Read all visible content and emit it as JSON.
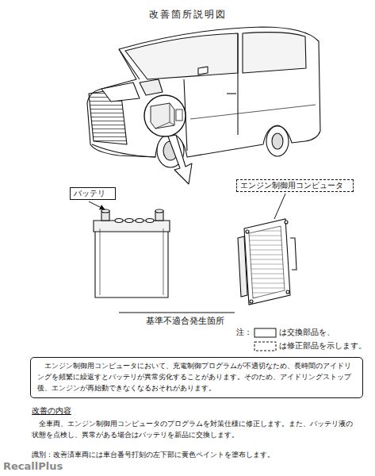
{
  "diagram": {
    "title": "改善箇所説明図",
    "nodes": [
      {
        "text": [
          "バッテリ"
        ]
      },
      {
        "text": [
          "エンジン制御用コンピュータ"
        ]
      },
      {
        "text": [
          "エンジン制御用コンピュータにおいて、充電制御プログラムが不適切なため、長時間のアイドリングを頻繁に繰返すとバッテリが異常劣化することがあります。そのため、アイドリングストップ後、エンジンが再始動できなくなるおそれがあります。"
        ]
      }
    ],
    "labels": [
      "基準不適合発生箇所",
      "注：",
      "改善の内容",
      "全車両、エンジン制御用コンピュータのプログラムを対策仕様に修正します。また、バッテリ液の状態を点検し、異常がある場合はバッテリを新品に交換します。",
      "識別：改善済車両には車台番号打刻の左下部に黄色ペイントを塗布します。",
      "RecallPlus"
    ],
    "legend": [
      {
        "text": "は交換部品を、"
      },
      {
        "text": "は修正部品を示します。"
      }
    ]
  }
}
